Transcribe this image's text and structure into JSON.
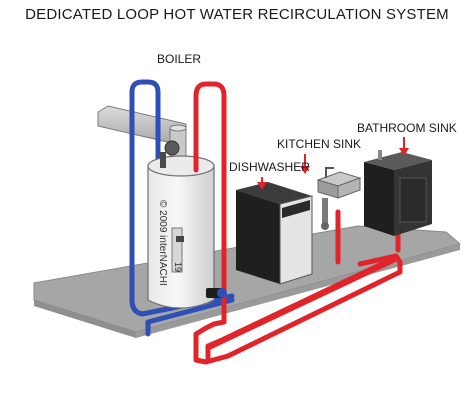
{
  "title": "DEDICATED LOOP HOT WATER RECIRCULATION SYSTEM",
  "labels": {
    "boiler": "BOILER",
    "kitchen_sink": "KITCHEN SINK",
    "bathroom_sink": "BATHROOM SINK",
    "dishwasher": "DISHWASHER"
  },
  "watermark": "© 2009 interNACHI",
  "tank_mark": "19",
  "colors": {
    "hot_pipe": "#e0242a",
    "cold_pipe": "#2e4fb8",
    "floor": "#a9a9a9",
    "flue": "#c8c8c8",
    "appliance": "#2a2a2a"
  }
}
